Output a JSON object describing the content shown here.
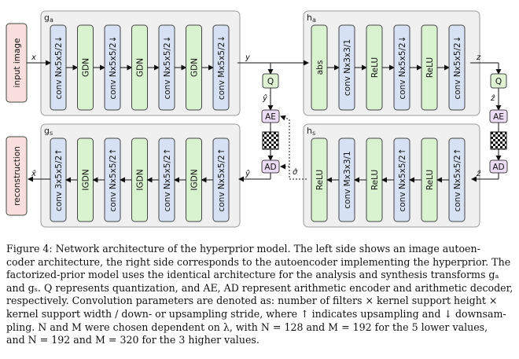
{
  "groups": {
    "ga": "g",
    "ga_sub": "a",
    "gs": "g",
    "gs_sub": "s",
    "ha": "h",
    "ha_sub": "a",
    "hs": "h",
    "hs_sub": "s"
  },
  "io": {
    "input": "input image",
    "reconstruction": "reconstruction"
  },
  "signals": {
    "x": "x",
    "x_hat": "x̂",
    "y": "y",
    "y_hat": "ŷ",
    "z": "z",
    "z_hat": "ẑ",
    "sigma_hat": "σ̂"
  },
  "ga_layers": [
    "conv Nx5x5/2↓",
    "GDN",
    "conv Nx5x5/2↓",
    "GDN",
    "conv Nx5x5/2↓",
    "GDN",
    "conv Mx5x5/2↓"
  ],
  "ha_layers": [
    "abs",
    "conv Nx3x3/1",
    "ReLU",
    "conv Nx5x5/2↓",
    "ReLU",
    "conv Nx5x5/2↓"
  ],
  "gs_layers": [
    "conv 3x5x5/2↑",
    "IGDN",
    "conv Nx5x5/2↑",
    "IGDN",
    "conv Nx5x5/2↑",
    "IGDN",
    "conv Nx5x5/2↑"
  ],
  "hs_layers": [
    "ReLU",
    "conv Mx3x3/1",
    "ReLU",
    "conv Nx5x5/2↑",
    "ReLU",
    "conv Nx5x5/2↑"
  ],
  "ops": {
    "q": "Q",
    "ae": "AE",
    "ad": "AD"
  },
  "caption": {
    "line1": "Figure 4: Network architecture of the hyperprior model. The left side shows an image autoen-",
    "line2": "coder architecture, the right side corresponds to the autoencoder implementing the hyperprior. The",
    "line3": "factorized-prior model uses the identical architecture for the analysis and synthesis transforms gₐ",
    "line4": "and gₛ. Q represents quantization, and AE, AD represent arithmetic encoder and arithmetic decoder,",
    "line5": "respectively. Convolution parameters are denoted as: number of filters × kernel support height ×",
    "line6": "kernel support width / down- or upsampling stride, where ↑ indicates upsampling and ↓ downsam-",
    "line7": "pling. N and M were chosen dependent on λ, with N = 128 and M = 192 for the 5 lower values,",
    "line8": "and N = 192 and M = 320 for the 3 higher values."
  },
  "colors": {
    "io_fill": "#f9dede",
    "conv_fill": "#d6e2f3",
    "act_fill": "#d9f2cf",
    "op_fill": "#dff2d3",
    "ae_fill": "#ecdcf3",
    "group_fill": "#f0f0f0",
    "group_stroke": "#9a9a9a"
  }
}
